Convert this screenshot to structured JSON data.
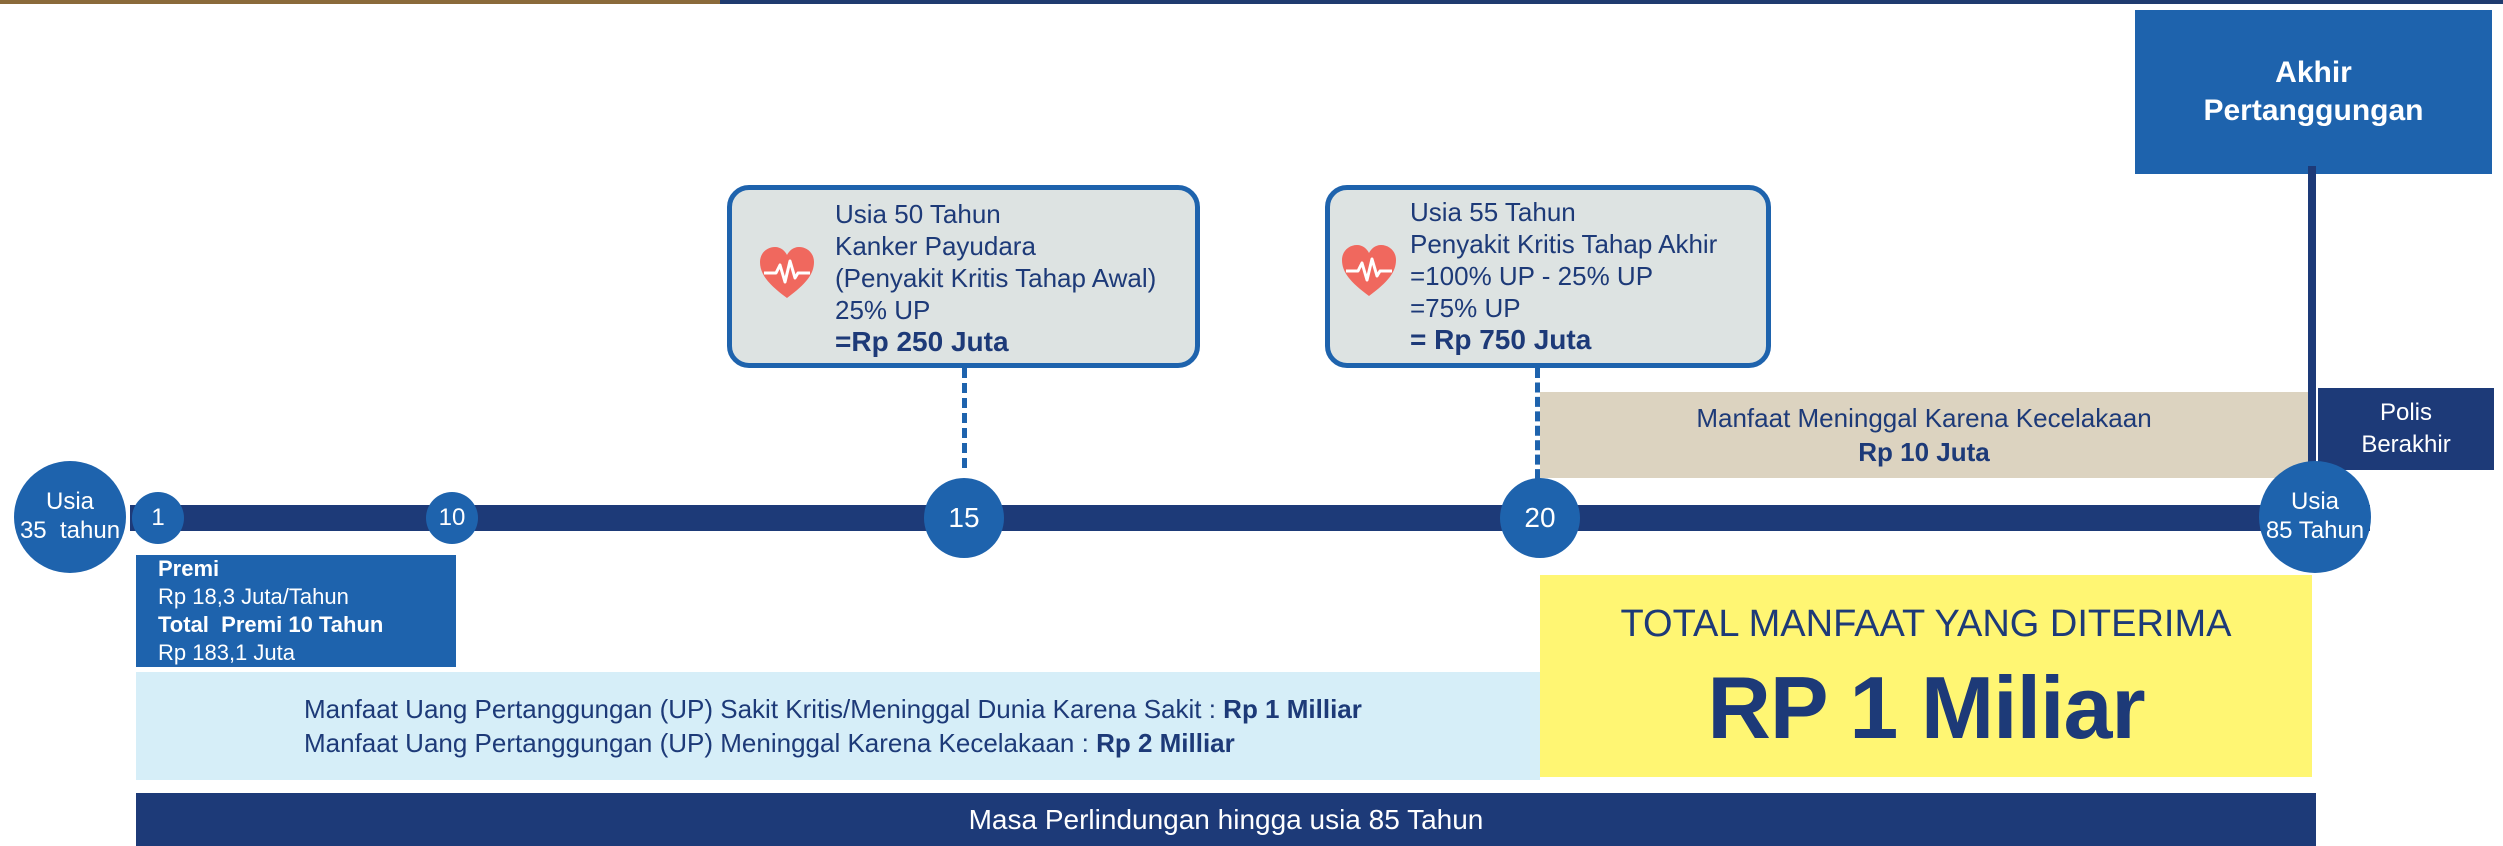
{
  "timeline": {
    "start_circle": {
      "line1": "Usia",
      "line2": "35  tahun"
    },
    "end_circle": {
      "line1": "Usia",
      "line2": "85 Tahun"
    },
    "markers": [
      "1",
      "10",
      "15",
      "20"
    ]
  },
  "callout_50": {
    "lines": [
      "Usia 50 Tahun",
      "Kanker Payudara",
      "(Penyakit Kritis Tahap Awal)",
      "25% UP"
    ],
    "amount": "=Rp 250 Juta",
    "icon": "heart-pulse-icon"
  },
  "callout_55": {
    "lines": [
      "Usia 55 Tahun",
      "Penyakit Kritis Tahap Akhir",
      "=100% UP - 25% UP",
      "=75% UP"
    ],
    "amount": "= Rp 750 Juta",
    "icon": "heart-pulse-icon"
  },
  "akhir": {
    "line1": "Akhir",
    "line2": "Pertanggungan"
  },
  "polis": {
    "line1": "Polis",
    "line2": "Berakhir"
  },
  "accident_benefit": {
    "label": "Manfaat Meninggal Karena Kecelakaan",
    "amount": "Rp 10 Juta"
  },
  "premi": {
    "title": "Premi",
    "annual": "Rp 18,3 Juta/Tahun",
    "total_title": "Total  Premi 10 Tahun",
    "total": "Rp 183,1 Juta"
  },
  "benefits": [
    {
      "text": "Manfaat Uang Pertanggungan (UP) Sakit Kritis/Meninggal Dunia Karena Sakit : ",
      "amount": "Rp 1 Milliar"
    },
    {
      "text": "Manfaat Uang Pertanggungan (UP) Meninggal Karena Kecelakaan : ",
      "amount": "Rp 2 Milliar"
    }
  ],
  "total_benefit": {
    "label": "TOTAL MANFAAT YANG DITERIMA",
    "amount": "RP 1 Miliar"
  },
  "masa": "Masa Perlindungan hingga usia 85 Tahun",
  "colors": {
    "navy": "#1d3a78",
    "blue": "#1e63ad",
    "callout_bg": "#dde3e2",
    "beige": "#dcd3c0",
    "light_blue": "#d6eef8",
    "yellow": "#fff673",
    "heart": "#f0685e"
  }
}
